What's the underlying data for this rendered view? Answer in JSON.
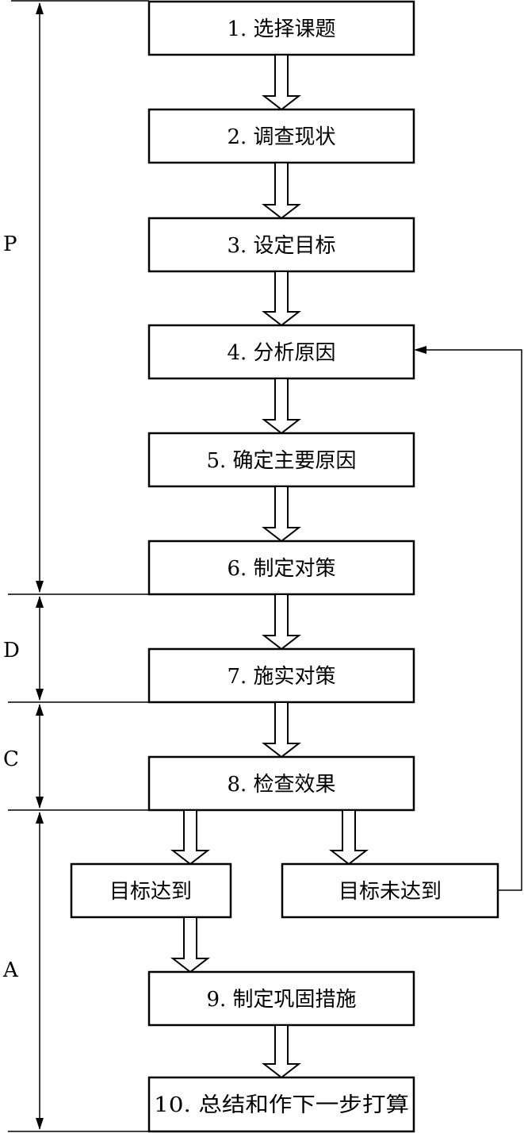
{
  "diagram": {
    "steps": [
      {
        "id": "s1",
        "label": "1. 选择课题"
      },
      {
        "id": "s2",
        "label": "2. 调查现状"
      },
      {
        "id": "s3",
        "label": "3. 设定目标"
      },
      {
        "id": "s4",
        "label": "4. 分析原因"
      },
      {
        "id": "s5",
        "label": "5. 确定主要原因"
      },
      {
        "id": "s6",
        "label": "6. 制定对策"
      },
      {
        "id": "s7",
        "label": "7. 施实对策"
      },
      {
        "id": "s8",
        "label": "8. 检查效果"
      },
      {
        "id": "achieved",
        "label": "目标达到"
      },
      {
        "id": "not_achieved",
        "label": "目标未达到"
      },
      {
        "id": "s9",
        "label": "9. 制定巩固措施"
      },
      {
        "id": "s10",
        "label": "10. 总结和作下一步打算"
      }
    ],
    "phases": [
      {
        "id": "P",
        "label": "P"
      },
      {
        "id": "D",
        "label": "D"
      },
      {
        "id": "C",
        "label": "C"
      },
      {
        "id": "A",
        "label": "A"
      }
    ]
  }
}
